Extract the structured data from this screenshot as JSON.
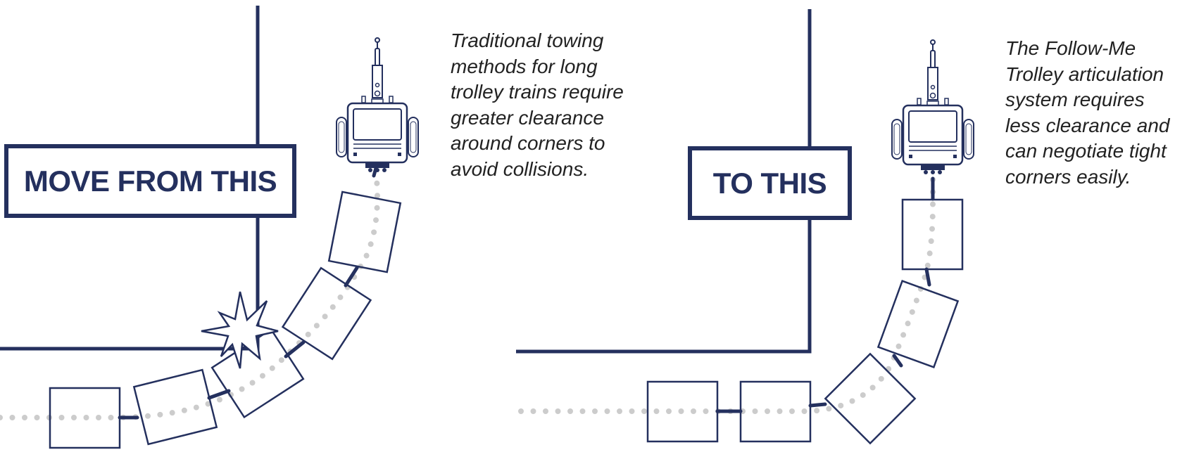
{
  "colors": {
    "ink": "#24305e",
    "path_dots": "#cccccc",
    "background": "#ffffff"
  },
  "left_panel": {
    "label": "MOVE FROM THIS",
    "caption_lines": [
      "Traditional towing",
      "methods for long",
      "trolley trains require",
      "greater clearance",
      "around corners to",
      "avoid collisions."
    ],
    "icons": [
      "tug-vehicle-icon",
      "trolley-icon",
      "collision-star-icon",
      "wall-corner",
      "towing-path"
    ]
  },
  "right_panel": {
    "label": "TO THIS",
    "caption_lines": [
      "The Follow-Me",
      "Trolley articulation",
      "system requires",
      "less clearance and",
      "can negotiate tight",
      "corners easily."
    ],
    "icons": [
      "tug-vehicle-icon",
      "trolley-icon",
      "wall-corner",
      "towing-path"
    ]
  }
}
